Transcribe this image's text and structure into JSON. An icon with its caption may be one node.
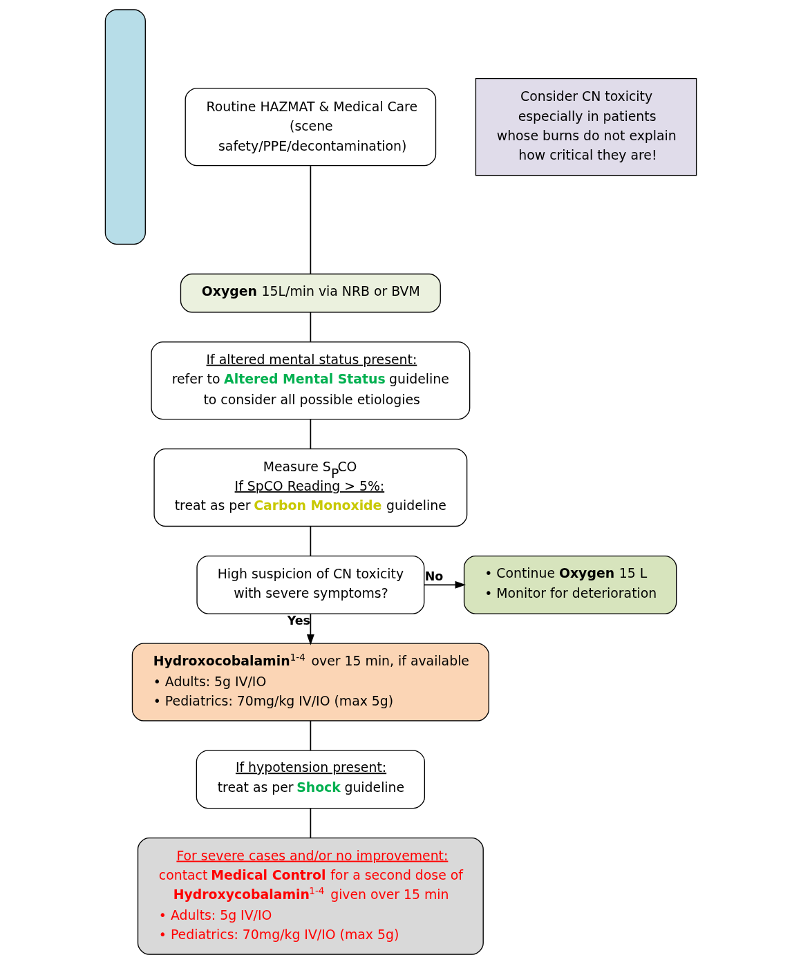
{
  "diagram": {
    "nodes": [
      {
        "text": [],
        "shape": "box"
      },
      {
        "text": [
          "Routine HAZMAT & Medical Care (scene safety/PPE/decontamination)"
        ]
      },
      {
        "text": [
          "**Oxygen** 15L/min via NRB or BVM"
        ]
      },
      {
        "text": [
          "If altered mental status present:",
          "refer to **Altered Mental Status** guideline to consider all possible etiologies"
        ]
      },
      {
        "text": [
          "Measure S$_{P}$CO",
          "If SpCO Reading > 5%:",
          "treat as per **Carbon Monoxide** guideline"
        ]
      },
      {
        "text": [
          "High suspicion of CN toxicity with severe symptoms?"
        ]
      },
      {
        "text": [
          "• Continue **Oxygen** 15 L",
          "• Monitor for deterioration"
        ]
      },
      {
        "text": [
          "**Hydroxocobalamin**$^{1-4}$ over 15 min, if available",
          "• Adults: 5g IV/IO",
          "• Pediatrics: 70mg/kg IV/IO (max 5g)"
        ]
      },
      {
        "text": [
          "If hypotension present:",
          "treat as per **Shock** guideline"
        ]
      },
      {
        "text": [
          "For severe cases and/or no improvement:",
          "contact **Medical Control** for a second dose of **Hydroxycobalamin**$^{1-4}$ given over 15 min",
          "• Adults: 5g IV/IO",
          "• Pediatrics: 70mg/kg IV/IO (max 5g)"
        ]
      },
      {
        "text": [
          "Consider CN toxicity especially in patients whose burns do not explain how critical they are!"
        ]
      }
    ],
    "edges": [
      {
        "from": 1,
        "to": 2,
        "arrow": "none"
      },
      {
        "from": 2,
        "to": 3,
        "arrow": "none"
      },
      {
        "from": 3,
        "to": 4,
        "arrow": "none"
      },
      {
        "from": 4,
        "to": 5,
        "arrow": "none"
      },
      {
        "from": 5,
        "to": 6,
        "arrow": "to",
        "label": "No"
      },
      {
        "from": 5,
        "to": 7,
        "arrow": "to",
        "label": "Yes"
      },
      {
        "from": 7,
        "to": 8,
        "arrow": "none"
      },
      {
        "from": 8,
        "to": 9,
        "arrow": "none"
      }
    ]
  }
}
